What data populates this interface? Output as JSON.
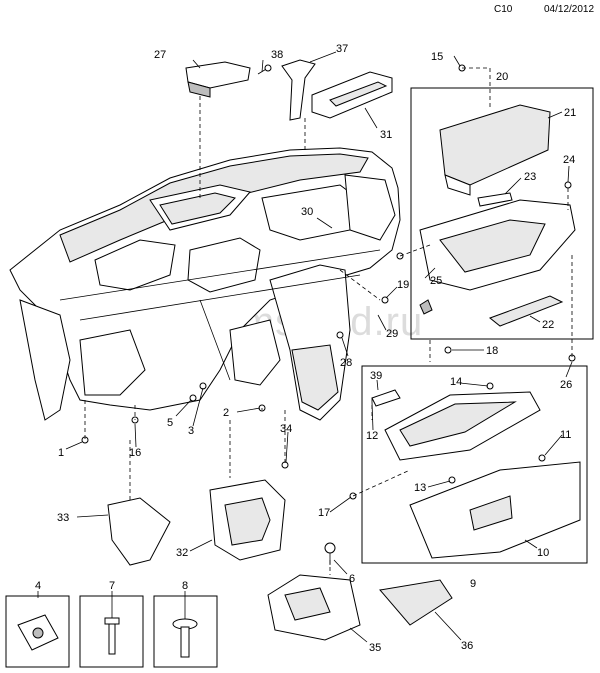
{
  "header": {
    "code": "C10",
    "date": "04/12/2012"
  },
  "watermark": "www.gmsklad.ru",
  "callouts": [
    "27",
    "38",
    "37",
    "31",
    "15",
    "20",
    "21",
    "24",
    "23",
    "30",
    "25",
    "19",
    "29",
    "22",
    "28",
    "18",
    "26",
    "39",
    "14",
    "12",
    "11",
    "13",
    "17",
    "10",
    "9",
    "6",
    "2",
    "34",
    "5",
    "3",
    "1",
    "16",
    "33",
    "32",
    "35",
    "36",
    "4",
    "7",
    "8"
  ]
}
